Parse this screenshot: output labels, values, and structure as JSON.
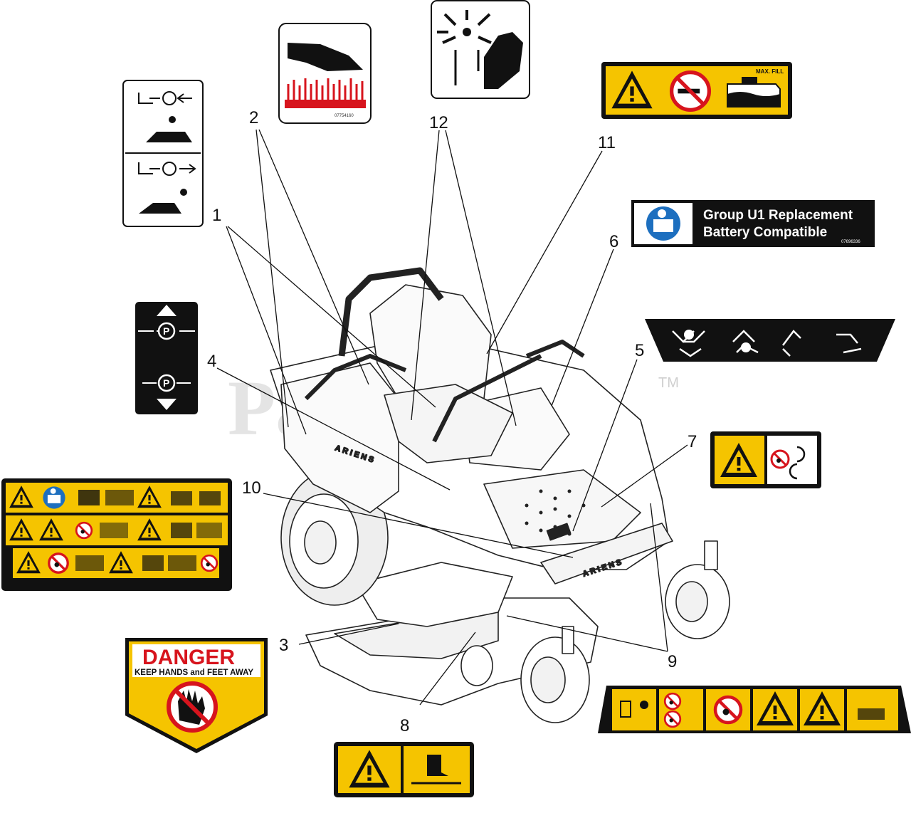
{
  "watermark": {
    "text": "PartsTree",
    "trademark": "TM"
  },
  "callouts": [
    "1",
    "2",
    "3",
    "4",
    "5",
    "6",
    "7",
    "8",
    "9",
    "10",
    "11",
    "12"
  ],
  "decals": {
    "battery": {
      "line1": "Group U1 Replacement",
      "line2": "Battery Compatible",
      "part_number": "07696336"
    },
    "danger": {
      "title": "DANGER",
      "subtitle": "KEEP HANDS and FEET AWAY"
    },
    "fuel": {
      "max_fill": "MAX. FILL"
    },
    "hot_surface": {
      "part_number": "07754160"
    },
    "mower_brand": "ARIENS"
  },
  "colors": {
    "safety_yellow": "#f5c400",
    "danger_red": "#d7141d",
    "decal_black": "#111111",
    "info_blue": "#1d6fbf"
  }
}
